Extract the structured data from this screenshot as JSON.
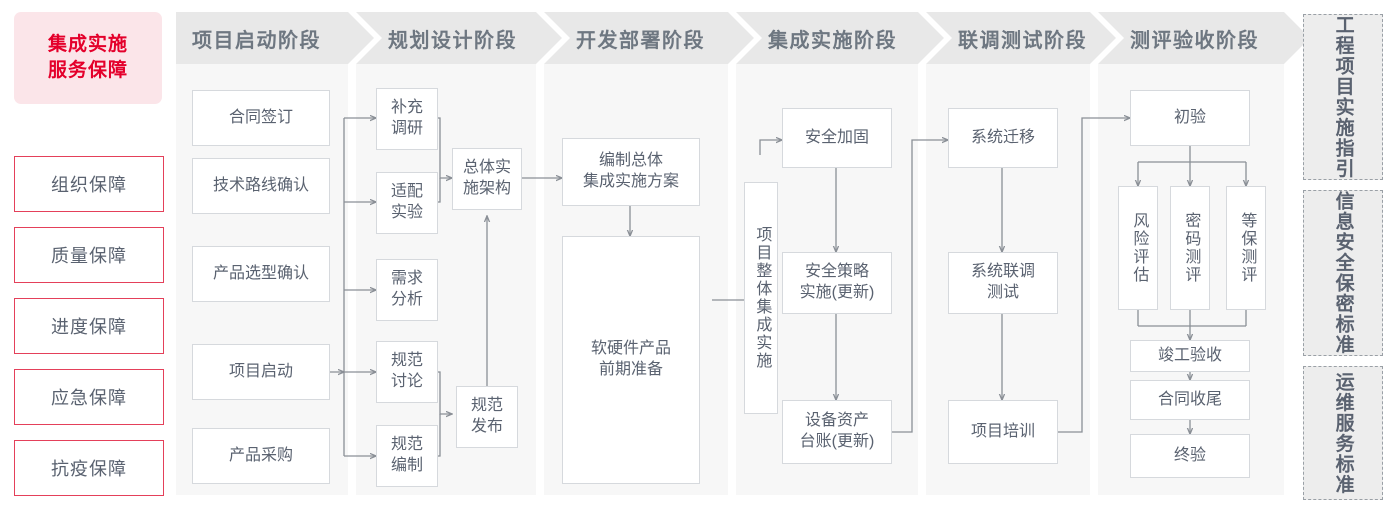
{
  "colors": {
    "accent_red": "#e4002b",
    "border_red": "#e4405a",
    "head_pink": "#fbe5e9",
    "stage_head_bg": "#e8e8e8",
    "stage_body_bg": "#f7f7f7",
    "node_border": "#d6d9dd",
    "text_gray": "#5a6270",
    "connector": "#8a8f96"
  },
  "left_sidebar": {
    "title": "集成实施\n服务保障",
    "title_line1": "集成实施",
    "title_line2": "服务保障",
    "items": [
      {
        "label": "组织保障"
      },
      {
        "label": "质量保障"
      },
      {
        "label": "进度保障"
      },
      {
        "label": "应急保障"
      },
      {
        "label": "抗疫保障"
      }
    ]
  },
  "stages": [
    {
      "id": "stage-1",
      "title": "项目启动阶段",
      "nodes": [
        {
          "label": "合同签订"
        },
        {
          "label": "技术路线确认"
        },
        {
          "label": "产品选型确认"
        },
        {
          "label": "项目启动"
        },
        {
          "label": "产品采购"
        }
      ]
    },
    {
      "id": "stage-2",
      "title": "规划设计阶段",
      "nodes": [
        {
          "label": "补充\n调研",
          "line1": "补充",
          "line2": "调研"
        },
        {
          "label": "适配\n实验",
          "line1": "适配",
          "line2": "实验"
        },
        {
          "label": "需求\n分析",
          "line1": "需求",
          "line2": "分析"
        },
        {
          "label": "规范\n讨论",
          "line1": "规范",
          "line2": "讨论"
        },
        {
          "label": "规范\n编制",
          "line1": "规范",
          "line2": "编制"
        },
        {
          "label": "总体实\n施架构",
          "line1": "总体实",
          "line2": "施架构"
        },
        {
          "label": "规范\n发布",
          "line1": "规范",
          "line2": "发布"
        }
      ]
    },
    {
      "id": "stage-3",
      "title": "开发部署阶段",
      "nodes": [
        {
          "label": "编制总体\n集成实施方案",
          "line1": "编制总体",
          "line2": "集成实施方案"
        },
        {
          "label": "软硬件产品\n前期准备",
          "line1": "软硬件产品",
          "line2": "前期准备"
        }
      ]
    },
    {
      "id": "stage-4",
      "title": "集成实施阶段",
      "nodes": [
        {
          "label": "项目整体集成实施",
          "vertical": true
        },
        {
          "label": "安全加固"
        },
        {
          "label": "安全策略\n实施(更新)",
          "line1": "安全策略",
          "line2": "实施(更新)"
        },
        {
          "label": "设备资产\n台账(更新)",
          "line1": "设备资产",
          "line2": "台账(更新)"
        }
      ]
    },
    {
      "id": "stage-5",
      "title": "联调测试阶段",
      "nodes": [
        {
          "label": "系统迁移"
        },
        {
          "label": "系统联调\n测试",
          "line1": "系统联调",
          "line2": "测试"
        },
        {
          "label": "项目培训"
        }
      ]
    },
    {
      "id": "stage-6",
      "title": "测评验收阶段",
      "nodes": [
        {
          "label": "初验"
        },
        {
          "label": "风险评估",
          "vertical": true
        },
        {
          "label": "密码测评",
          "vertical": true
        },
        {
          "label": "等保测评",
          "vertical": true
        },
        {
          "label": "竣工验收"
        },
        {
          "label": "合同收尾"
        },
        {
          "label": "终验"
        }
      ]
    }
  ],
  "right_sidebar": {
    "boxes": [
      {
        "label": "工程项目实施指引",
        "col1": "工程",
        "col2": "项目",
        "col3": "实施",
        "col4": "指引"
      },
      {
        "label": "信息安全保密标准"
      },
      {
        "label": "运维服务标准"
      }
    ]
  }
}
